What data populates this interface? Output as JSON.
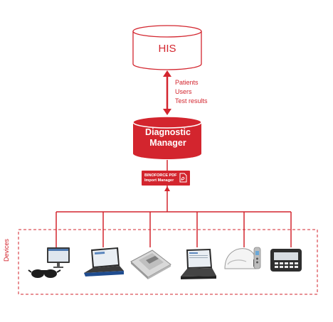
{
  "his": {
    "label": "HIS"
  },
  "flow": {
    "items": [
      "Patients",
      "Users",
      "Test results"
    ]
  },
  "manager": {
    "line1": "Diagnostic",
    "line2": "Manager"
  },
  "import_badge": {
    "line1": "BINOFORCE PDF",
    "line2": "Import Manager"
  },
  "devices": {
    "label": "Devices"
  },
  "colors": {
    "accent": "#d3252e",
    "dashed_border": "#d3252e"
  },
  "device_icons": [
    "goggles-with-monitor-icon",
    "laptop-icon",
    "flat-device-icon",
    "laptop-icon",
    "head-device-with-remote-icon",
    "control-unit-icon"
  ]
}
